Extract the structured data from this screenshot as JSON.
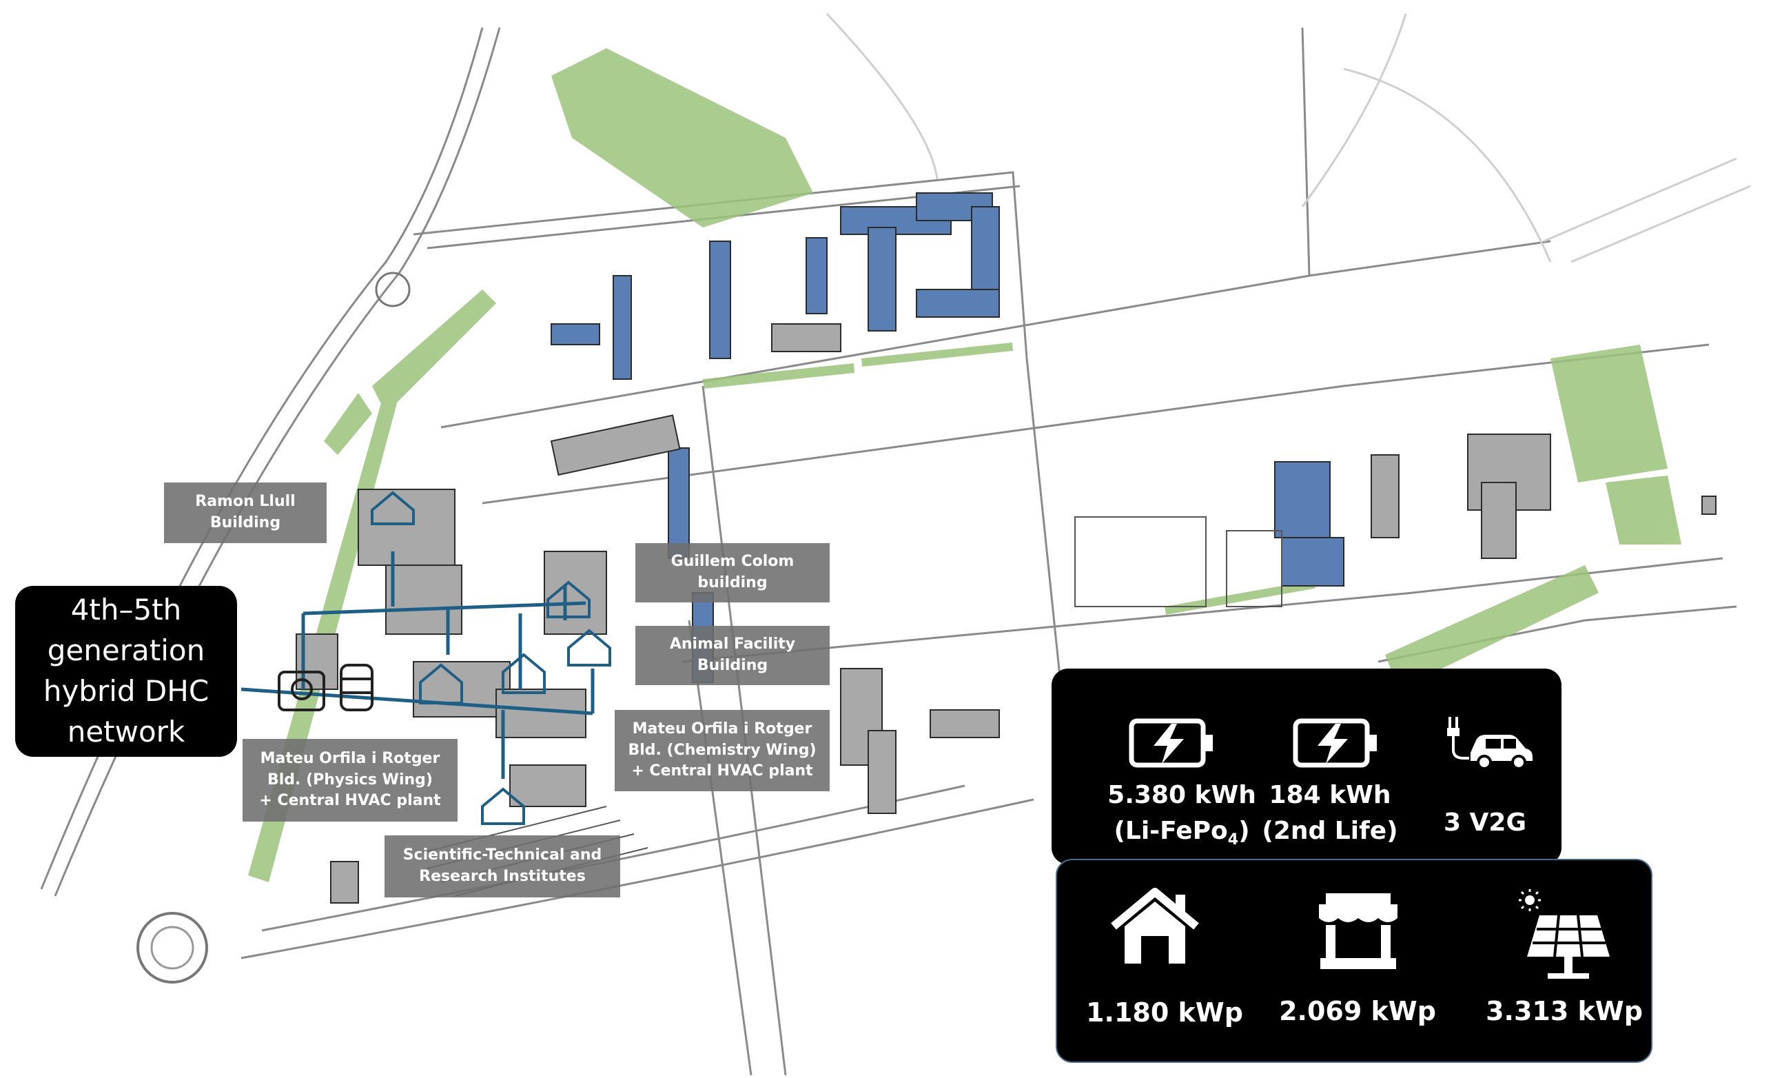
{
  "map_labels": {
    "ramon_llull": "Ramon Llull\nBuilding",
    "guillem_colom": "Guillem Colom\nbuilding",
    "animal_facility": "Animal Facility\nBuilding",
    "mateu_chem": "Mateu Orfila i Rotger\nBld. (Chemistry Wing)\n+ Central HVAC plant",
    "mateu_phys": "Mateu Orfila i Rotger\nBld. (Physics Wing)\n+ Central HVAC plant",
    "scientific": "Scientific-Technical and\nResearch Institutes"
  },
  "dhc_label": "4th–5th\ngeneration\nhybrid DHC\nnetwork",
  "storage_panel": {
    "battery1_value": "5.380 kWh",
    "battery1_type": "(Li-FePo",
    "battery1_sub": "4",
    "battery1_close": ")",
    "battery2_value": "184 kWh",
    "battery2_type": "(2nd Life)",
    "v2g": "3 V2G"
  },
  "pv_panel": {
    "house_kwp": "1.180 kWp",
    "market_kwp": "2.069 kWp",
    "solar_kwp": "3.313 kWp"
  },
  "colors": {
    "green_area": "#9bc37a",
    "building_blue": "#5a7fb5",
    "building_grey": "#a9a9a9",
    "network_line": "#1f5f86",
    "label_bg": "#6e6e6e",
    "panel_bg": "#000000"
  },
  "icons": [
    "battery-charging-icon",
    "ev-charging-icon",
    "house-icon",
    "market-stall-icon",
    "solar-panel-icon",
    "building-node-icon",
    "heat-pump-icon",
    "storage-tank-icon"
  ]
}
